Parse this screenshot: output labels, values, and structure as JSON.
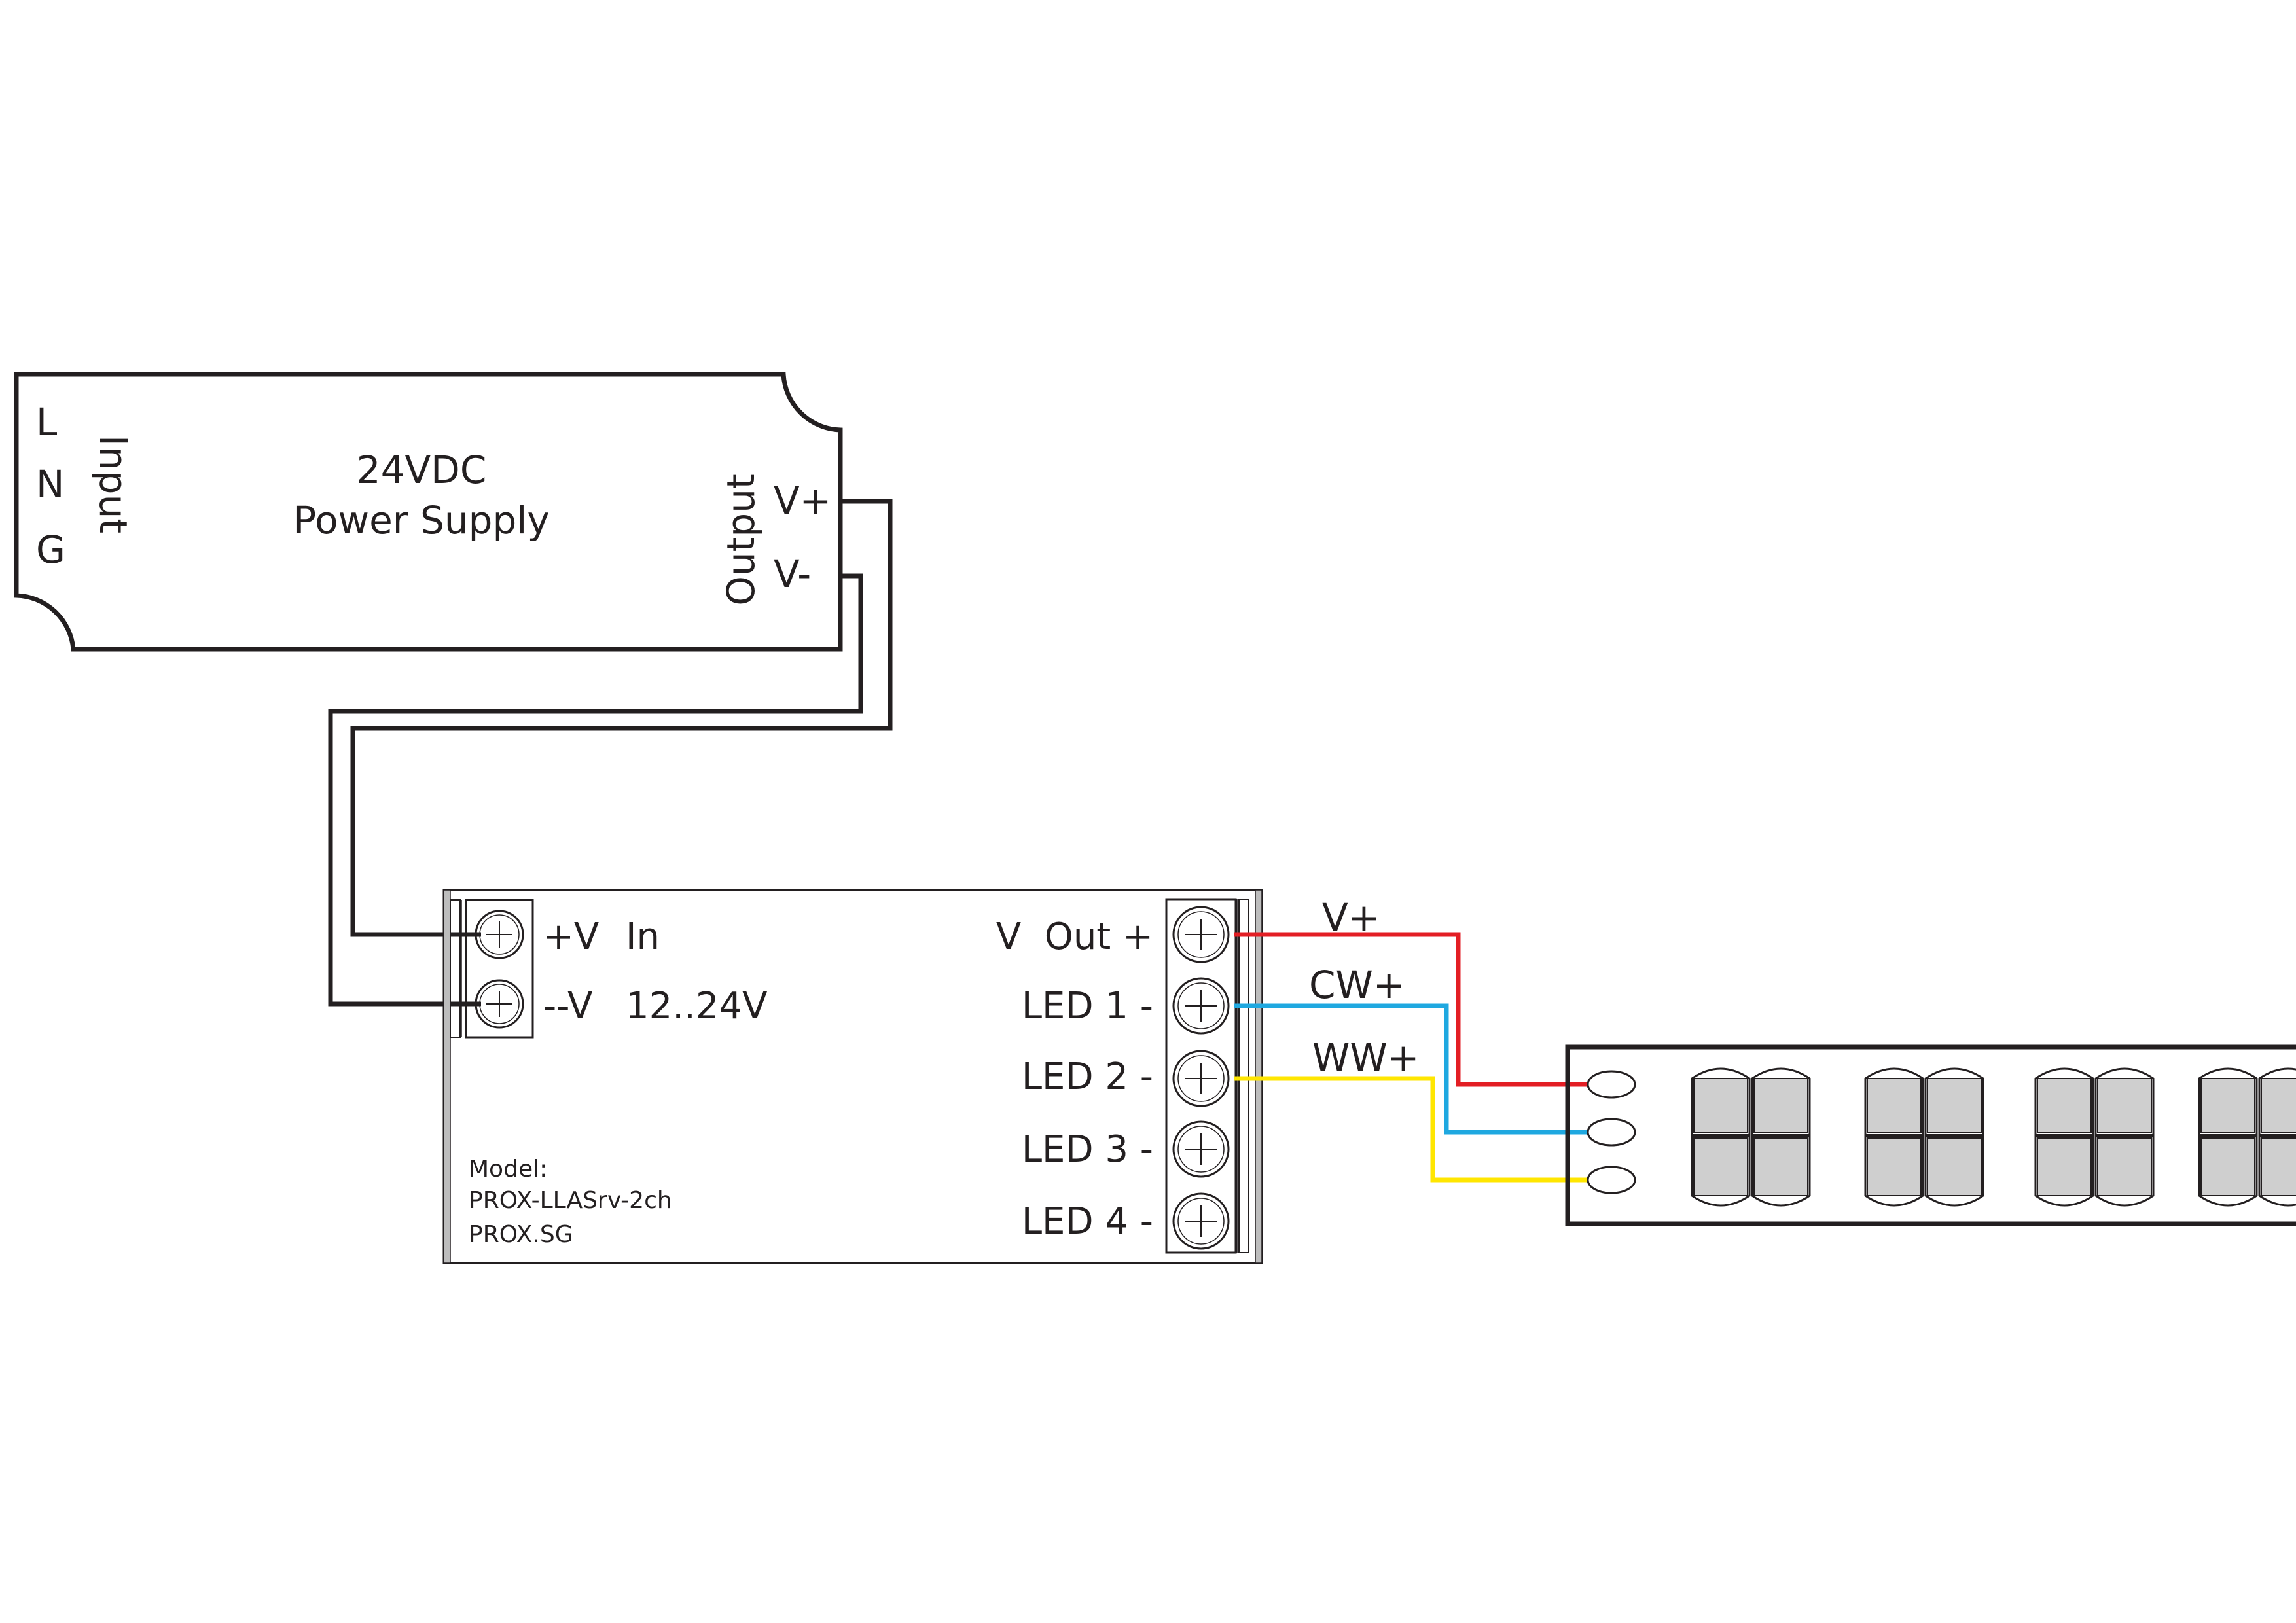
{
  "colors": {
    "line": "#231f20",
    "wire_vplus": "#e31e24",
    "wire_cw": "#1fa8e0",
    "wire_ww": "#ffe600",
    "led_chip": "#cfcfcf"
  },
  "power_supply": {
    "title_line1": "24VDC",
    "title_line2": "Power Supply",
    "input_label": "Input",
    "input_terminals": [
      "L",
      "N",
      "G"
    ],
    "output_label": "Output",
    "output_terminals": [
      "V+",
      "V-"
    ]
  },
  "controller": {
    "in_top_pin": "+V",
    "in_top_text": "In",
    "in_bottom_pin": "--V",
    "in_bottom_text": "12..24V",
    "out_terminals": [
      "V  Out +",
      "LED 1 -",
      "LED 2 -",
      "LED 3 -",
      "LED 4 -"
    ],
    "model_lines": [
      "Model:",
      "PROX-LLASrv-2ch",
      "PROX.SG"
    ]
  },
  "wires": {
    "vplus": "V+",
    "cw": "CW+",
    "ww": "WW+"
  },
  "icons": {
    "terminal": "screw-terminal-icon",
    "led_chip": "led-chip-icon",
    "solder_pad": "solder-pad-icon"
  }
}
